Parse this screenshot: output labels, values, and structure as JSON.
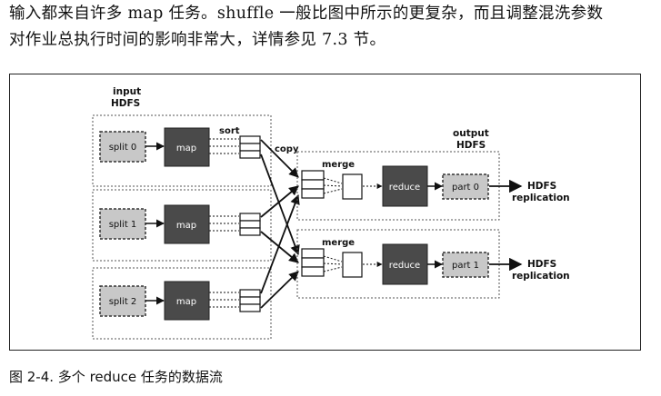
{
  "text": {
    "line1": "输入都来自许多 map 任务。shuffle 一般比图中所示的更复杂，而且调整混洗参数",
    "line2": "对作业总执行时间的影响非常大，详情参见 7.3 节。"
  },
  "figure": {
    "input_label": [
      "input",
      "HDFS"
    ],
    "output_label": [
      "output",
      "HDFS"
    ],
    "sort_label": "sort",
    "copy_label": "copy",
    "merge_label": "merge",
    "splits": [
      "split 0",
      "split 1",
      "split 2"
    ],
    "map_label": "map",
    "reduce_label": "reduce",
    "parts": [
      "part 0",
      "part 1"
    ],
    "hdfs_replication": [
      "HDFS",
      "replication"
    ],
    "colors": {
      "dark_box": "#4a4a4a",
      "light_box": "#c8c8c8",
      "line": "#111111"
    }
  },
  "caption": "图 2-4. 多个 reduce 任务的数据流"
}
